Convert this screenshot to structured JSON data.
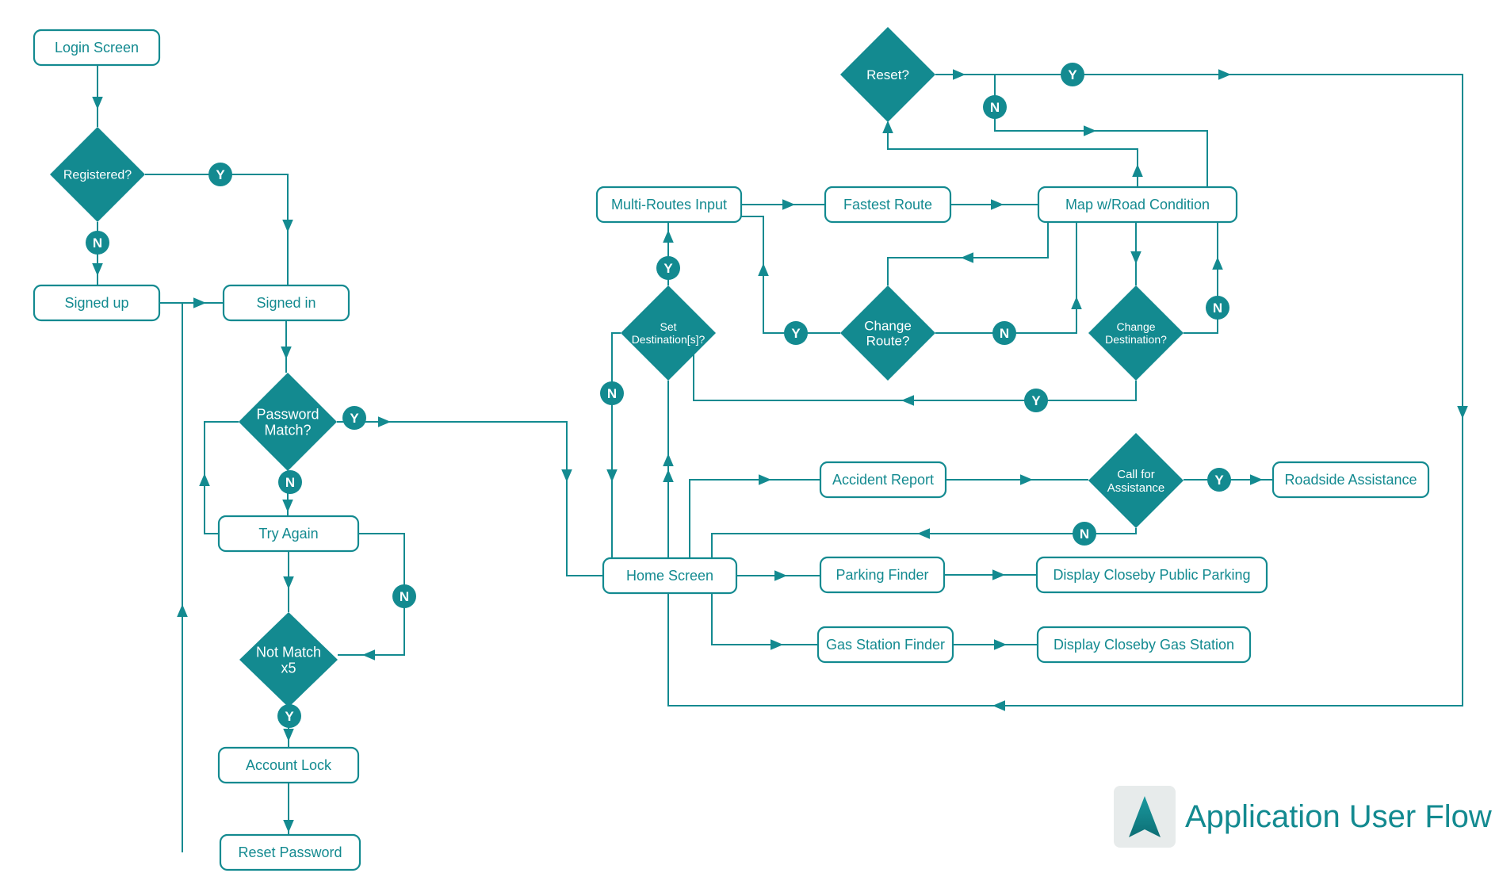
{
  "title": "Application User Flow",
  "colors": {
    "primary": "#138a90",
    "logo_bg": "#e7ebeb"
  },
  "nodes": {
    "login_screen": "Login Screen",
    "signed_up": "Signed up",
    "signed_in": "Signed in",
    "try_again": "Try Again",
    "account_lock": "Account Lock",
    "reset_password": "Reset Password",
    "home_screen": "Home Screen",
    "multi_routes": "Multi-Routes Input",
    "fastest_route": "Fastest Route",
    "map_road": "Map w/Road Condition",
    "accident_report": "Accident Report",
    "roadside": "Roadside Assistance",
    "parking_finder": "Parking Finder",
    "display_parking": "Display Closeby Public Parking",
    "gas_finder": "Gas Station Finder",
    "display_gas": "Display Closeby Gas Station"
  },
  "decisions": {
    "registered": [
      "Registered?"
    ],
    "password_match": [
      "Password",
      "Match?"
    ],
    "not_match": [
      "Not Match",
      "x5"
    ],
    "set_destination": [
      "Set",
      "Destination[s]?"
    ],
    "change_route": [
      "Change",
      "Route?"
    ],
    "change_destination": [
      "Change",
      "Destination?"
    ],
    "reset": [
      "Reset?"
    ],
    "call_assistance": [
      "Call for",
      "Assistance"
    ]
  },
  "badges": {
    "yes": "Y",
    "no": "N"
  }
}
